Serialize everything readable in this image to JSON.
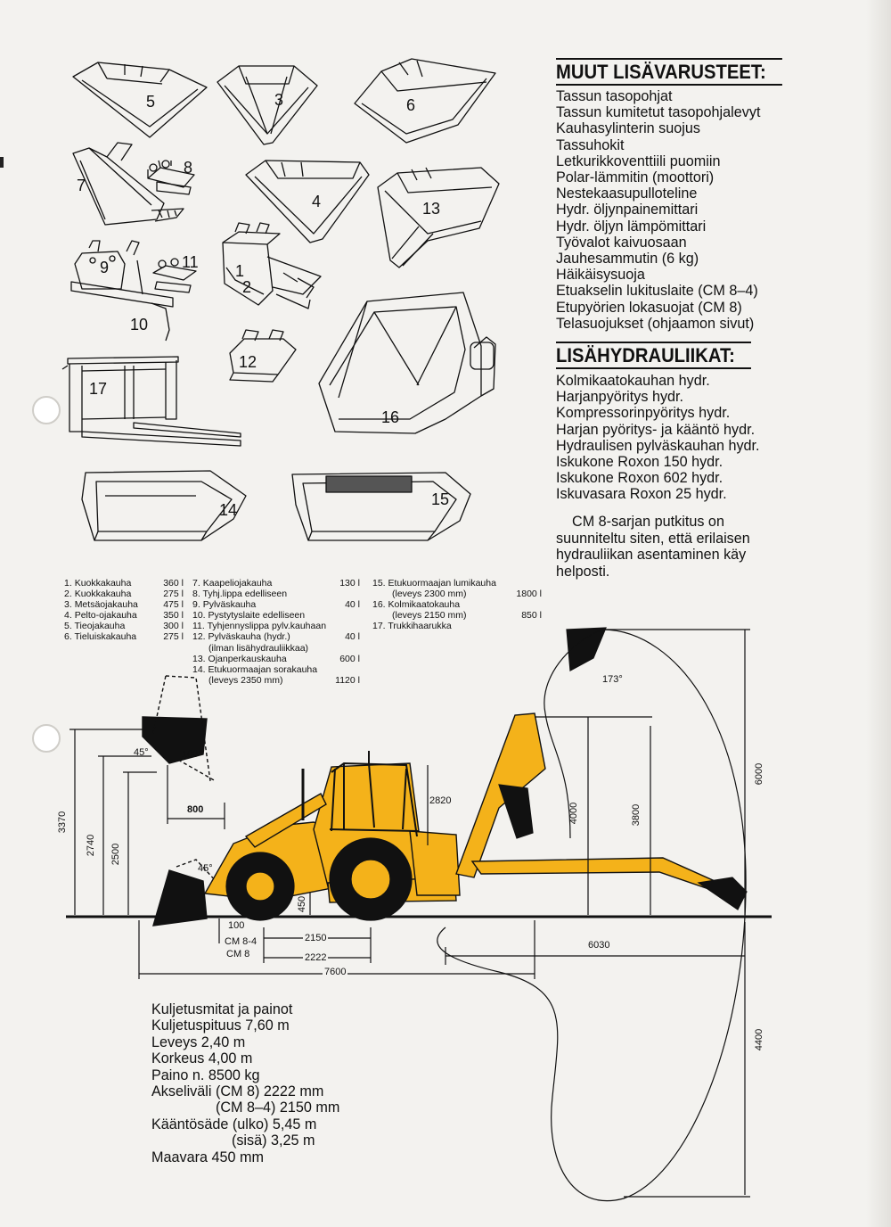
{
  "sections": {
    "accessories_title": "MUUT LISÄVARUSTEET:",
    "accessories": [
      "Tassun tasopohjat",
      "Tassun kumitetut tasopohjalevyt",
      "Kauhasylinterin suojus",
      "Tassuhokit",
      "Letkurikkoventtiili puomiin",
      "Polar-lämmitin (moottori)",
      "Nestekaasupulloteline",
      "Hydr. öljynpainemittari",
      "Hydr. öljyn lämpömittari",
      "Työvalot kaivuosaan",
      "Jauhesammutin (6 kg)",
      "Häikäisysuoja",
      "Etuakselin lukituslaite (CM 8–4)",
      "Etupyörien lokasuojat (CM 8)",
      "Telasuojukset (ohjaamon sivut)"
    ],
    "hydraulics_title": "LISÄHYDRAULIIKAT:",
    "hydraulics": [
      "Kolmikaatokauhan hydr.",
      "Harjanpyöritys hydr.",
      "Kompressorinpyöritys hydr.",
      "Harjan pyöritys- ja kääntö hydr.",
      "Hydraulisen pylväskauhan hydr.",
      "Iskukone Roxon 150 hydr.",
      "Iskukone Roxon 602 hydr.",
      "Iskuvasara Roxon 25 hydr."
    ],
    "piping_text_line1": "CM 8-sarjan putkitus on",
    "piping_text_line2": "suunniteltu siten, että erilaisen",
    "piping_text_line3": "hydrauliikan asentaminen käy",
    "piping_text_line4": "helposti."
  },
  "attachment_numbers": [
    "5",
    "3",
    "6",
    "7",
    "8",
    "4",
    "13",
    "9",
    "11",
    "1",
    "2",
    "10",
    "17",
    "12",
    "16",
    "14",
    "15"
  ],
  "captions": {
    "col1": [
      {
        "n": "1.",
        "name": "Kuokkakauha",
        "vol": "360 l"
      },
      {
        "n": "2.",
        "name": "Kuokkakauha",
        "vol": "275 l"
      },
      {
        "n": "3.",
        "name": "Metsäojakauha",
        "vol": "475 l"
      },
      {
        "n": "4.",
        "name": "Pelto-ojakauha",
        "vol": "350 l"
      },
      {
        "n": "5.",
        "name": "Tieojakauha",
        "vol": "300 l"
      },
      {
        "n": "6.",
        "name": "Tieluiskakauha",
        "vol": "275 l"
      }
    ],
    "col2": [
      {
        "n": "7.",
        "name": "Kaapeliojakauha",
        "vol": "130 l"
      },
      {
        "n": "8.",
        "name": "Tyhj.lippa edelliseen",
        "vol": ""
      },
      {
        "n": "9.",
        "name": "Pylväskauha",
        "vol": "40 l"
      },
      {
        "n": "10.",
        "name": "Pystytyslaite edelliseen",
        "vol": ""
      },
      {
        "n": "11.",
        "name": "Tyhjennyslippa pylv.kauhaan",
        "vol": ""
      },
      {
        "n": "12.",
        "name": "Pylväskauha (hydr.)",
        "vol": "40 l"
      },
      {
        "n": "",
        "name": "(ilman lisähydrauliikkaa)",
        "vol": ""
      },
      {
        "n": "13.",
        "name": "Ojanperkauskauha",
        "vol": "600 l"
      },
      {
        "n": "14.",
        "name": "Etukuormaajan sorakauha",
        "vol": ""
      },
      {
        "n": "",
        "name": "(leveys 2350 mm)",
        "vol": "1120 l"
      }
    ],
    "col3": [
      {
        "n": "15.",
        "name": "Etukuormaajan lumikauha",
        "vol": ""
      },
      {
        "n": "",
        "name": "(leveys 2300 mm)",
        "vol": "1800 l"
      },
      {
        "n": "16.",
        "name": "Kolmikaatokauha",
        "vol": ""
      },
      {
        "n": "",
        "name": "(leveys 2150 mm)",
        "vol": "850 l"
      },
      {
        "n": "17.",
        "name": "Trukkihaarukka",
        "vol": ""
      }
    ]
  },
  "diagram_labels": {
    "d3370": "3370",
    "d2740": "2740",
    "d2500": "2500",
    "d800": "800",
    "a45_top": "45°",
    "a100": "100°",
    "a45_bottom": "45°",
    "a173": "173°",
    "d2820": "2820",
    "d4000": "4000",
    "d3800": "3800",
    "d6000": "6000",
    "d450": "450",
    "d100": "100",
    "cm84": "CM 8-4",
    "cm8": "CM 8",
    "d2150": "2150",
    "d2222": "2222",
    "d7600": "7600",
    "d6030": "6030",
    "d4400": "4400"
  },
  "transport": [
    "Kuljetusmitat ja painot",
    "Kuljetuspituus 7,60 m",
    "Leveys 2,40 m",
    "Korkeus 4,00 m",
    "Paino n. 8500 kg",
    "Akseliväli (CM 8) 2222 mm",
    "                (CM 8–4) 2150 mm",
    "Kääntösäde (ulko) 5,45 m",
    "                    (sisä) 3,25 m",
    "Maavara 450 mm"
  ],
  "colors": {
    "machine_yellow": "#f4b21a",
    "ink": "#111111",
    "paper": "#f3f2ef"
  }
}
